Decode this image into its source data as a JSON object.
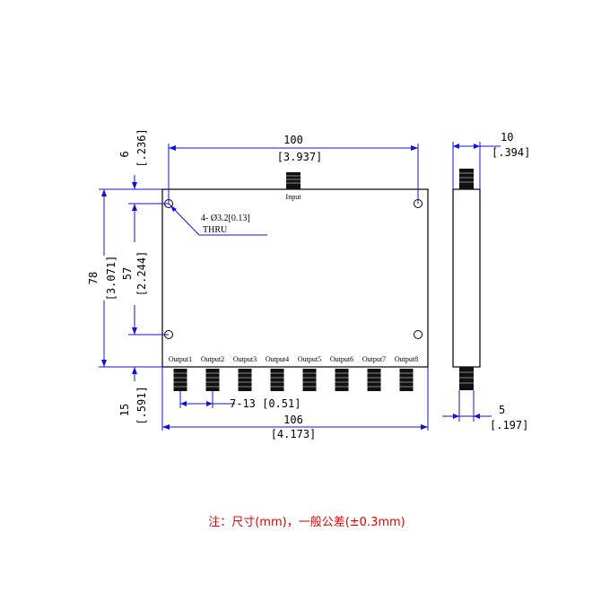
{
  "labels": {
    "dim_100": "100",
    "dim_100_in": "[3.937]",
    "dim_106": "106",
    "dim_106_in": "[4.173]",
    "dim_78": "78",
    "dim_78_in": "[3.071]",
    "dim_57": "57",
    "dim_57_in": "[2.244]",
    "dim_6": "6",
    "dim_6_in": "[.236]",
    "dim_15": "15",
    "dim_15_in": "[.591]",
    "dim_10": "10",
    "dim_10_in": "[.394]",
    "dim_5": "5",
    "dim_5_in": "[.197]",
    "pitch": "7-13 [0.51]",
    "hole": "4- Ø3.2[0.13]",
    "thru": "THRU",
    "input": "Input"
  },
  "outputs": [
    "Output1",
    "Output2",
    "Output3",
    "Output4",
    "Output5",
    "Output6",
    "Output7",
    "Output8"
  ],
  "note": "注：尺寸(mm)，一般公差(±0.3mm)",
  "colors": {
    "dimension": "#1010e0",
    "outline": "#000000",
    "note": "#e00000"
  }
}
